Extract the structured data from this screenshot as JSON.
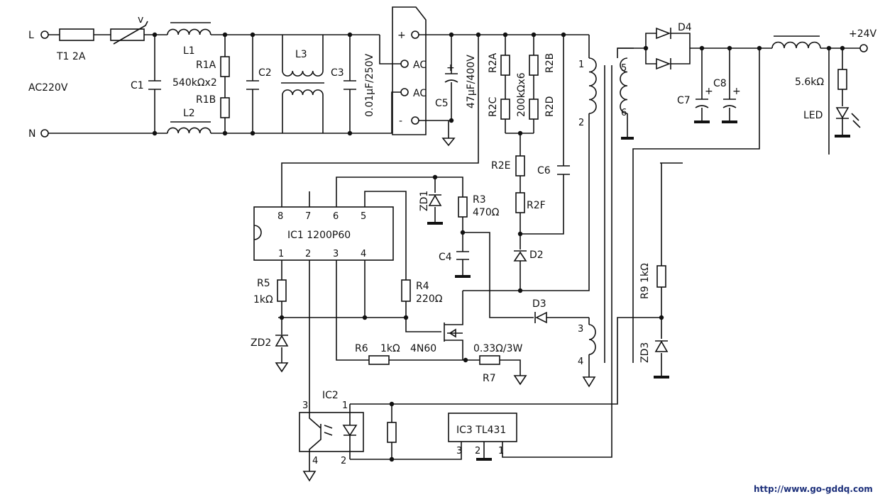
{
  "input": {
    "l_terminal": "L",
    "n_terminal": "N",
    "voltage": "AC220V"
  },
  "fuse": {
    "label": "T1  2A"
  },
  "varistor": {
    "label": "v"
  },
  "filter": {
    "l1": "L1",
    "l2": "L2",
    "l3": "L3",
    "c1": "C1",
    "c2": "C2",
    "c3": "C3",
    "r1a": "R1A",
    "r1b": "R1B",
    "r1_value": "540kΩx2",
    "c3_value": "0.01μF/250V"
  },
  "bridge": {
    "plus": "+",
    "ac1": "AC",
    "ac2": "AC",
    "minus": "-"
  },
  "bulk": {
    "c5": "C5",
    "c5_value": "47μF/400V",
    "plus": "+"
  },
  "startup": {
    "r2a": "R2A",
    "r2b": "R2B",
    "r2c": "R2C",
    "r2d": "R2D",
    "r2_value": "200kΩx6",
    "r2e": "R2E",
    "r2f": "R2F",
    "c6": "C6",
    "d2": "D2"
  },
  "transformer": {
    "pin1": "1",
    "pin2": "2",
    "pin3": "3",
    "pin4": "4",
    "pin5": "5",
    "pin6": "6"
  },
  "output": {
    "d4": "D4",
    "c7": "C7",
    "c8": "C8",
    "plus7": "+",
    "plus8": "+",
    "voltage": "+24V",
    "r_led": "5.6kΩ",
    "led": "LED"
  },
  "ic1": {
    "name": "IC1  1200P60",
    "pins_top": [
      "8",
      "7",
      "6",
      "5"
    ],
    "pins_bottom": [
      "1",
      "2",
      "3",
      "4"
    ]
  },
  "aux": {
    "zd1": "ZD1",
    "r3": "R3",
    "r3_value": "470Ω",
    "c4": "C4",
    "r4": "R4",
    "r4_value": "220Ω",
    "mosfet": "4N60",
    "r5": "R5",
    "r5_value": "1kΩ",
    "zd2": "ZD2",
    "r6": "R6",
    "r6_value": "1kΩ",
    "r7": "R7",
    "r7_value": "0.33Ω/3W",
    "d3": "D3"
  },
  "feedback": {
    "ic2": "IC2",
    "ic2_pins": [
      "3",
      "1",
      "4",
      "2"
    ],
    "ic3": "IC3  TL431",
    "ic3_pins": [
      "3",
      "2",
      "1"
    ],
    "r9": "R9  1kΩ",
    "zd3": "ZD3"
  },
  "footer": {
    "url": "http://www.go-gddq.com"
  }
}
